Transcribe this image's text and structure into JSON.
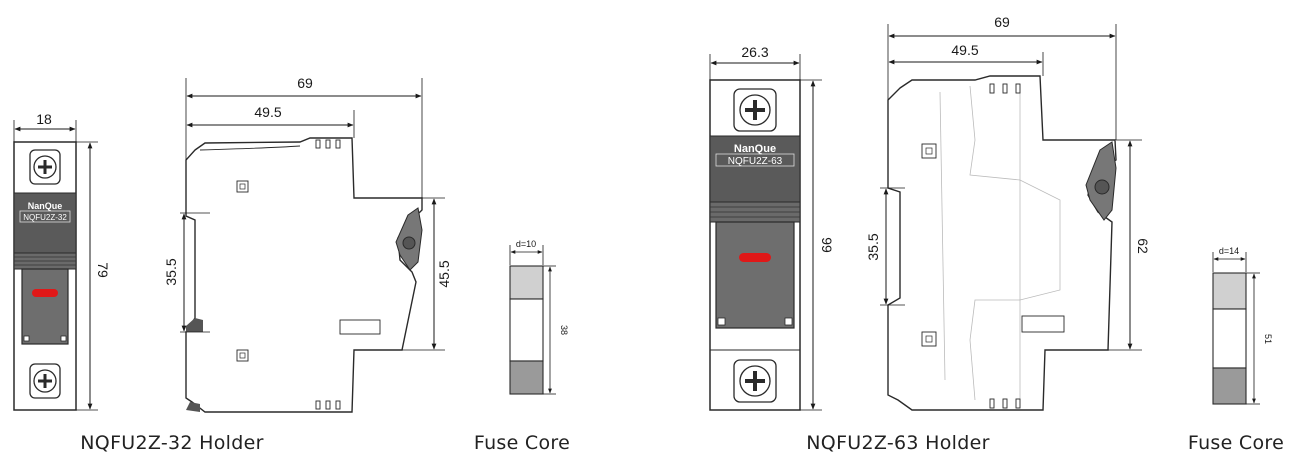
{
  "brand": "NanQue",
  "holder_32": {
    "model": "NQFU2Z-32",
    "caption": "NQFU2Z-32 Holder",
    "dims": {
      "width": "18",
      "height": "79",
      "depth": "69",
      "mid": "49.5",
      "rail": "35.5",
      "front": "45.5"
    }
  },
  "fuse_32": {
    "caption": "Fuse Core",
    "diameter": "d=10",
    "length": "38"
  },
  "holder_63": {
    "model": "NQFU2Z-63",
    "caption": "NQFU2Z-63 Holder",
    "dims": {
      "width": "26.3",
      "height": "99",
      "depth": "69",
      "mid": "49.5",
      "rail": "35.5",
      "front": "62"
    }
  },
  "fuse_63": {
    "caption": "Fuse Core",
    "diameter": "d=14",
    "length": "51"
  },
  "colors": {
    "indicator": "#e01818",
    "body_dark": "#5a5a5a",
    "outline": "#2a2a2a"
  }
}
